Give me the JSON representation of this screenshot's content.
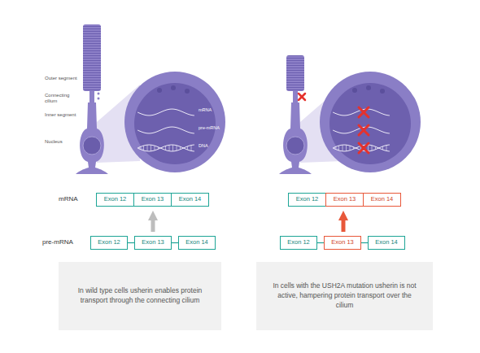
{
  "diagram": {
    "nodes": [
      {
        "text": [
          "Exon 12"
        ]
      },
      {
        "text": [
          "Exon 13"
        ]
      },
      {
        "text": [
          "Exon 14"
        ]
      },
      {
        "text": [
          "Exon 12"
        ]
      },
      {
        "text": [
          "Exon 13"
        ]
      },
      {
        "text": [
          "Exon 14"
        ]
      },
      {
        "text": [
          "Exon 12"
        ]
      },
      {
        "text": [
          "Exon 13"
        ]
      },
      {
        "text": [
          "Exon 14"
        ]
      },
      {
        "text": [
          "Exon 12"
        ]
      },
      {
        "text": [
          "Exon 13"
        ]
      },
      {
        "text": [
          "Exon 14"
        ]
      },
      {
        "text": [
          "In wild type cells usherin enables protein transport through the connecting cilium"
        ]
      },
      {
        "text": [
          "In cells with the USH2A mutation usherin is not active, hampering protein transport over the cilium"
        ]
      }
    ],
    "edges": [
      {
        "from": 6,
        "to": 7,
        "arrow": "none"
      },
      {
        "from": 7,
        "to": 8,
        "arrow": "none"
      },
      {
        "from": 9,
        "to": 10,
        "arrow": "none"
      },
      {
        "from": 10,
        "to": 11,
        "arrow": "none"
      },
      {
        "from": 7,
        "to": 1,
        "arrow": "to"
      },
      {
        "from": 10,
        "to": 4,
        "arrow": "to"
      }
    ],
    "labels": [
      "Outer segment",
      "Connecting cilium",
      "Inner segment",
      "Nucleus",
      "mRNA",
      "pre-mRNA",
      "DNA",
      "mRNA",
      "pre-mRNA"
    ]
  }
}
